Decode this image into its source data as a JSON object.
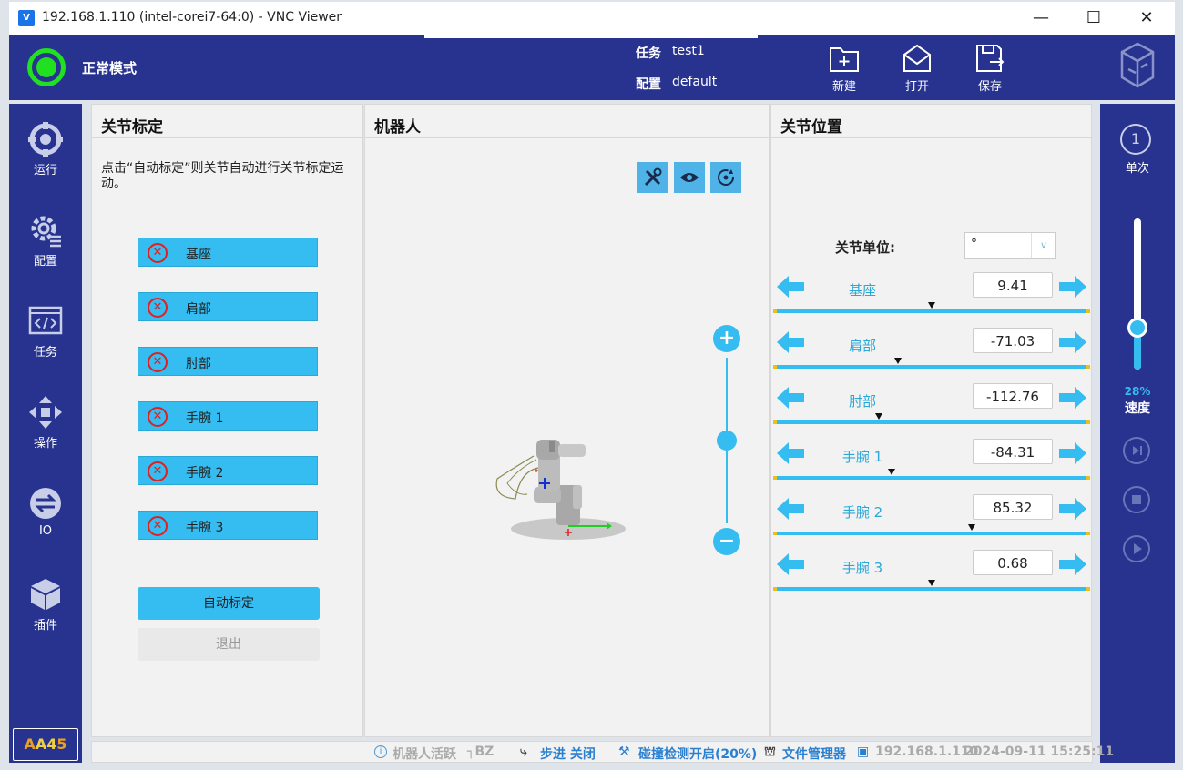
{
  "window": {
    "title": "192.168.1.110 (intel-corei7-64:0) - VNC Viewer",
    "icon": "vnc-icon",
    "minimize": "—",
    "maximize": "☐",
    "close": "✕"
  },
  "header": {
    "mode_label": "正常模式",
    "task_label": "任务",
    "task_value": "test1",
    "config_label": "配置",
    "config_value": "default",
    "tools": [
      {
        "label": "新建",
        "icon": "new-folder-icon"
      },
      {
        "label": "打开",
        "icon": "open-mail-icon"
      },
      {
        "label": "保存",
        "icon": "save-icon"
      }
    ],
    "status_color": "#20e020",
    "background": "#27338f"
  },
  "nav": {
    "items": [
      {
        "label": "运行",
        "icon": "run-icon"
      },
      {
        "label": "配置",
        "icon": "config-gear-icon"
      },
      {
        "label": "任务",
        "icon": "task-code-icon"
      },
      {
        "label": "操作",
        "icon": "move-arrows-icon"
      },
      {
        "label": "IO",
        "icon": "io-icon"
      },
      {
        "label": "插件",
        "icon": "plugin-cube-icon"
      }
    ],
    "brand": {
      "a1": "A",
      "a2": "A",
      "num": "4",
      "num2": "5"
    }
  },
  "calibration": {
    "title": "关节标定",
    "instruction": "点击“自动标定”则关节自动进行关节标定运动。",
    "joints": [
      "基座",
      "肩部",
      "肘部",
      "手腕 1",
      "手腕 2",
      "手腕 3"
    ],
    "auto_button": "自动标定",
    "exit_button": "退出"
  },
  "robot": {
    "title": "机器人",
    "zoom_in": "+",
    "zoom_out": "−"
  },
  "joint_position": {
    "title": "关节位置",
    "unit_label": "关节单位:",
    "unit_value": "°",
    "joints": [
      {
        "name": "基座",
        "value": "9.41",
        "level": 0.5
      },
      {
        "name": "肩部",
        "value": "-71.03",
        "level": 0.39
      },
      {
        "name": "肘部",
        "value": "-112.76",
        "level": 0.33
      },
      {
        "name": "手腕 1",
        "value": "-84.31",
        "level": 0.37
      },
      {
        "name": "手腕 2",
        "value": "85.32",
        "level": 0.63
      },
      {
        "name": "手腕 3",
        "value": "0.68",
        "level": 0.5
      }
    ]
  },
  "rightbar": {
    "mode_number": "1",
    "mode_label": "单次",
    "speed_percent": "28%",
    "speed_label": "速度",
    "speed_level": 0.28
  },
  "status": {
    "robot_active": "机器人活跃",
    "bz": "BZ",
    "step": "步进 关闭",
    "collision": "碰撞检测开启(20%)",
    "file_manager": "文件管理器",
    "ip": "192.168.1.110",
    "datetime": "2024-09-11 15:25:11"
  }
}
